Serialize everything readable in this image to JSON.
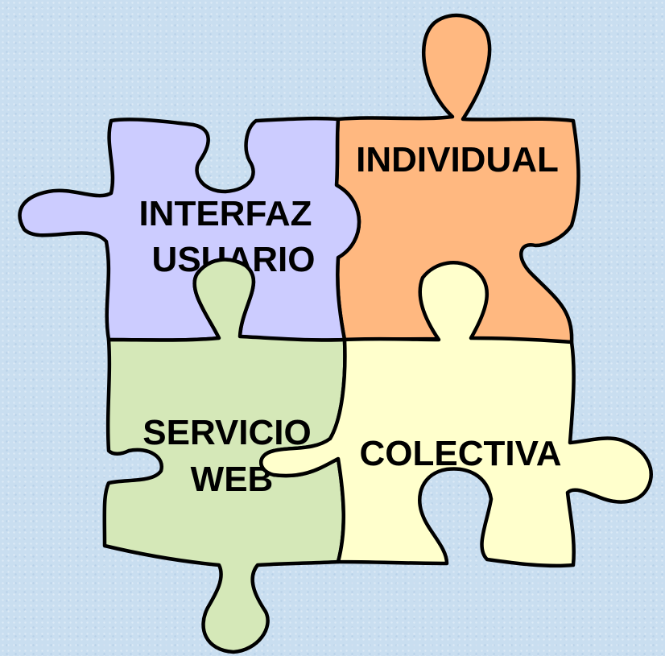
{
  "colors": {
    "background": "#c9def0",
    "interfaz": "#ccccff",
    "individual": "#ffb880",
    "servicio": "#d5e8b8",
    "colectiva": "#ffffcc"
  },
  "pieces": {
    "interfaz": {
      "line1": "INTERFAZ",
      "line2": "USUARIO"
    },
    "individual": {
      "line1": "INDIVIDUAL"
    },
    "servicio": {
      "line1": "SERVICIO",
      "line2": "WEB"
    },
    "colectiva": {
      "line1": "COLECTIVA"
    }
  }
}
